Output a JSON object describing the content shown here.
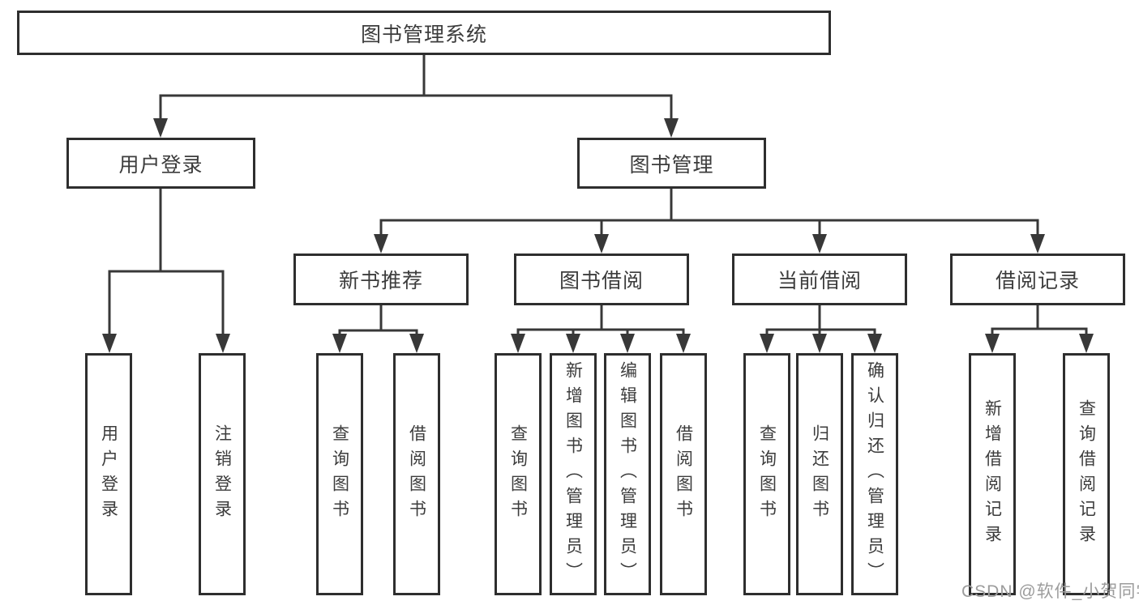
{
  "diagram_title": "图书管理系统",
  "watermark": {
    "text": "CSDN @软件_小贺同学"
  },
  "colors": {
    "line": "#383838",
    "box_border": "#2e2e2e",
    "text": "#3c3c3c",
    "watermark": "#9c9c9c",
    "background": "#ffffff"
  },
  "tree": {
    "label": "图书管理系统",
    "children": [
      {
        "label": "用户登录",
        "children": [
          {
            "label": "用户登录"
          },
          {
            "label": "注销登录"
          }
        ]
      },
      {
        "label": "图书管理",
        "children": [
          {
            "label": "新书推荐",
            "children": [
              {
                "label": "查询图书"
              },
              {
                "label": "借阅图书"
              }
            ]
          },
          {
            "label": "图书借阅",
            "children": [
              {
                "label": "查询图书"
              },
              {
                "label": "新增图书（管理员）"
              },
              {
                "label": "编辑图书（管理员）"
              },
              {
                "label": "借阅图书"
              }
            ]
          },
          {
            "label": "当前借阅",
            "children": [
              {
                "label": "查询图书"
              },
              {
                "label": "归还图书"
              },
              {
                "label": "确认归还（管理员）"
              }
            ]
          },
          {
            "label": "借阅记录",
            "children": [
              {
                "label": "新增借阅记录"
              },
              {
                "label": "查询借阅记录"
              }
            ]
          }
        ]
      }
    ]
  }
}
